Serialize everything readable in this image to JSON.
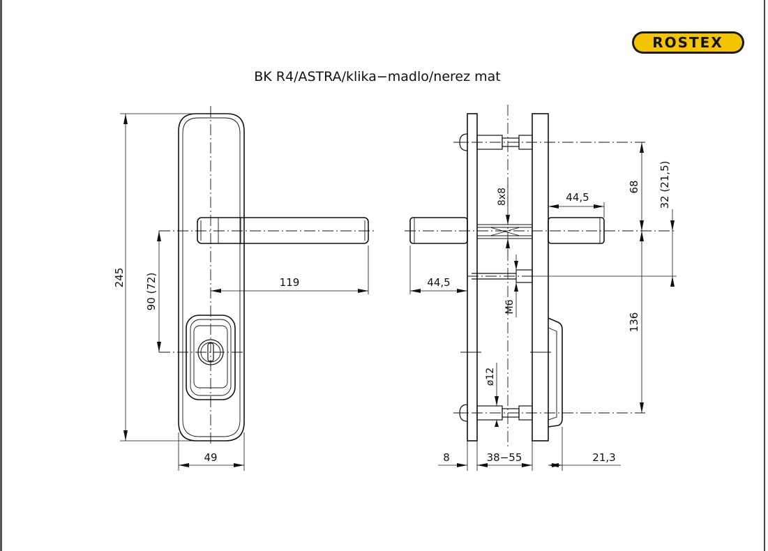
{
  "brand": {
    "logo_text": "ROSTEX",
    "logo_fill": "#f4c400",
    "logo_text_color": "#1a1a1a"
  },
  "drawing": {
    "title": "BK  R4/ASTRA/klika−madlo/nerez  mat",
    "dims": {
      "height_total": "245",
      "hole_spacing": "90  (72)",
      "handle_length": "119",
      "plate_width": "49",
      "shank_left": "44,5",
      "shank_right": "44,5",
      "square_spindle": "8x8",
      "screw_thread": "M6",
      "pin_diameter": "ø12",
      "top_offset": "68",
      "handle_offset": "32  (21,5)",
      "lower_span": "136",
      "plate_thickness": "8",
      "door_thickness": "38−55",
      "cylinder_projection": "21,3"
    }
  }
}
